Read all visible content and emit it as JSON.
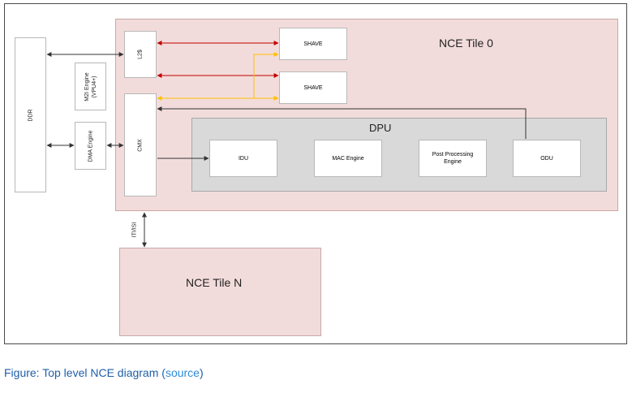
{
  "diagram": {
    "tile0_title": "NCE Tile 0",
    "tileN_title": "NCE Tile N",
    "dpu_title": "DPU",
    "ddr": "DDR",
    "m2i": "M2I Engine\n(VPU4+)",
    "dma": "DMA Engine",
    "l2": "L2$",
    "cmx": "CMX",
    "shave_1": "SHAVE",
    "shave_2": "SHAVE",
    "idu": "IDU",
    "mac": "MAC Engine",
    "post": "Post Processing\nEngine",
    "odu": "ODU",
    "link_label": "ITI/ISI"
  },
  "caption": {
    "prefix": "Figure: Top level NCE diagram (",
    "link": "source",
    "suffix": ")"
  },
  "colors": {
    "tile_fill": "#f2dcdb",
    "dpu_fill": "#d9d9d9",
    "red_arrow": "#c00000",
    "yellow_arrow": "#ffc000",
    "caption_blue": "#1f5fa8"
  }
}
